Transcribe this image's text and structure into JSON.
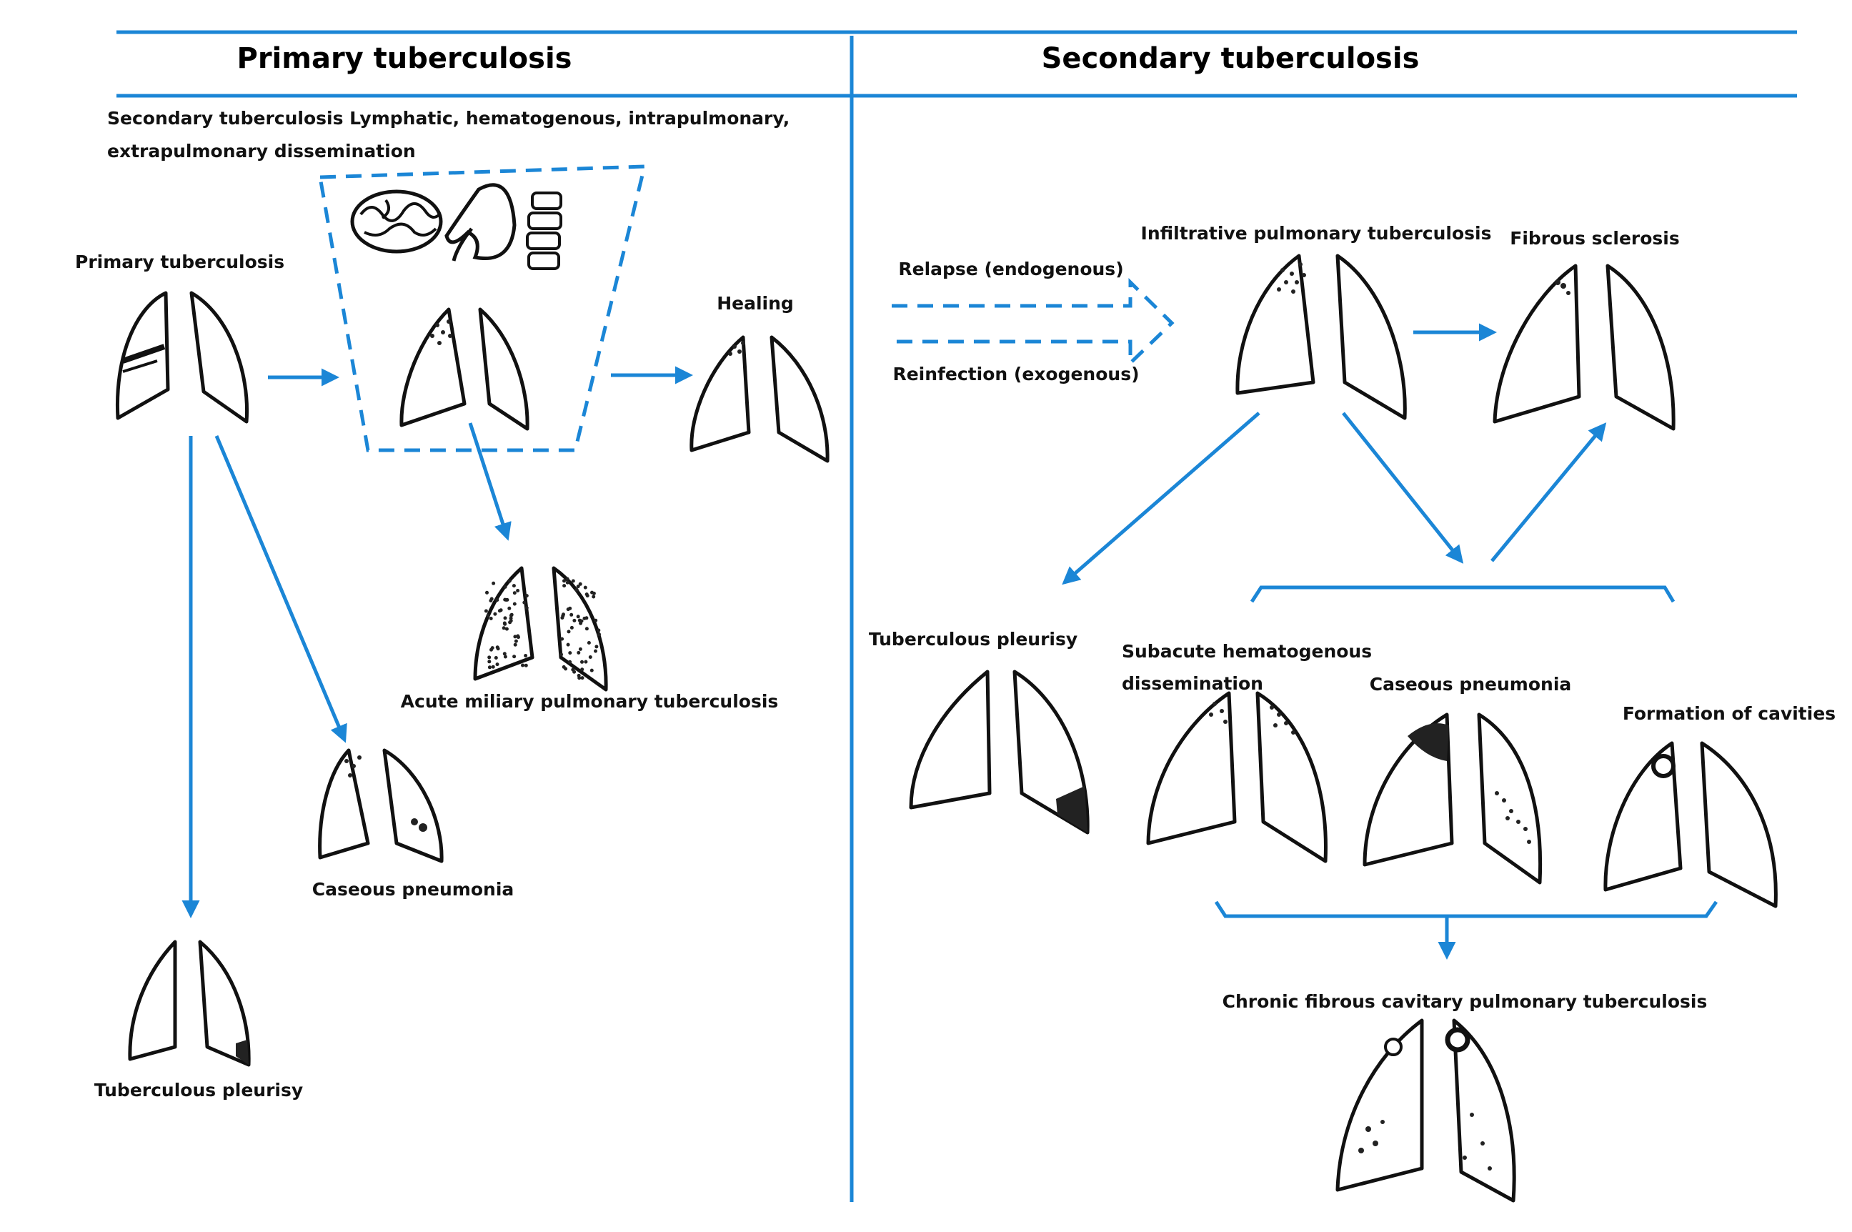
{
  "headers": {
    "primary": "Primary tuberculosis",
    "secondary": "Secondary tuberculosis"
  },
  "primary_side": {
    "dissemination_note": [
      "Secondary tuberculosis Lymphatic, hematogenous, intrapulmonary,",
      "extrapulmonary dissemination"
    ],
    "start_label": "Primary tuberculosis",
    "healing_label": "Healing",
    "miliary_label": "Acute miliary pulmonary tuberculosis",
    "caseous_label": "Caseous pneumonia",
    "pleurisy_label": "Tuberculous pleurisy"
  },
  "secondary_side": {
    "relapse_label": "Relapse (endogenous)",
    "reinfection_label": "Reinfection (exogenous)",
    "infiltrative_label": "Infiltrative pulmonary tuberculosis",
    "fibrous_label": "Fibrous sclerosis",
    "pleurisy_label": "Tuberculous pleurisy",
    "subacute_label": [
      "Subacute hematogenous",
      "dissemination"
    ],
    "caseous_label": "Caseous pneumonia",
    "cavities_label": "Formation of cavities",
    "chronic_label": "Chronic fibrous cavitary  pulmonary tuberculosis"
  },
  "colors": {
    "accent": "#1b86d6",
    "ink": "#111111"
  }
}
